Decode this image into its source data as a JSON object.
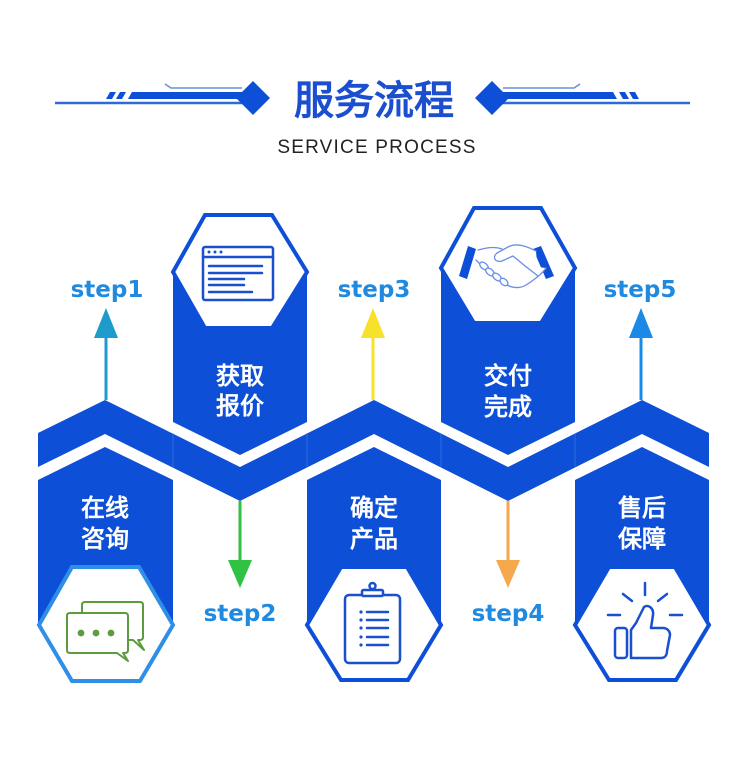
{
  "header": {
    "title": "服务流程",
    "subtitle": "SERVICE PROCESS"
  },
  "colors": {
    "primary": "#0d4fd6",
    "title": "#1b4fd0",
    "step_label": "#1f8ae0",
    "decor_light": "#6b8ee0",
    "first_hex_border": "#2f8fe6",
    "chat_icon": "#5d9b3f",
    "handshake_outline": "#6a8ee6"
  },
  "steps": [
    {
      "label": "step1",
      "lines": [
        "在线",
        "咨询"
      ],
      "icon": "chat-bubbles-icon",
      "arrow_direction": "up",
      "arrow_color": "#1d9ccc"
    },
    {
      "label": "step2",
      "lines": [
        "获取",
        "报价"
      ],
      "icon": "browser-window-icon",
      "arrow_direction": "down",
      "arrow_color": "#2fc245"
    },
    {
      "label": "step3",
      "lines": [
        "确定",
        "产品"
      ],
      "icon": "clipboard-list-icon",
      "arrow_direction": "up",
      "arrow_color": "#f7e12b"
    },
    {
      "label": "step4",
      "lines": [
        "交付",
        "完成"
      ],
      "icon": "handshake-icon",
      "arrow_direction": "down",
      "arrow_color": "#f6a84e"
    },
    {
      "label": "step5",
      "lines": [
        "售后",
        "保障"
      ],
      "icon": "thumbs-up-icon",
      "arrow_direction": "up",
      "arrow_color": "#1a8ae6"
    }
  ]
}
